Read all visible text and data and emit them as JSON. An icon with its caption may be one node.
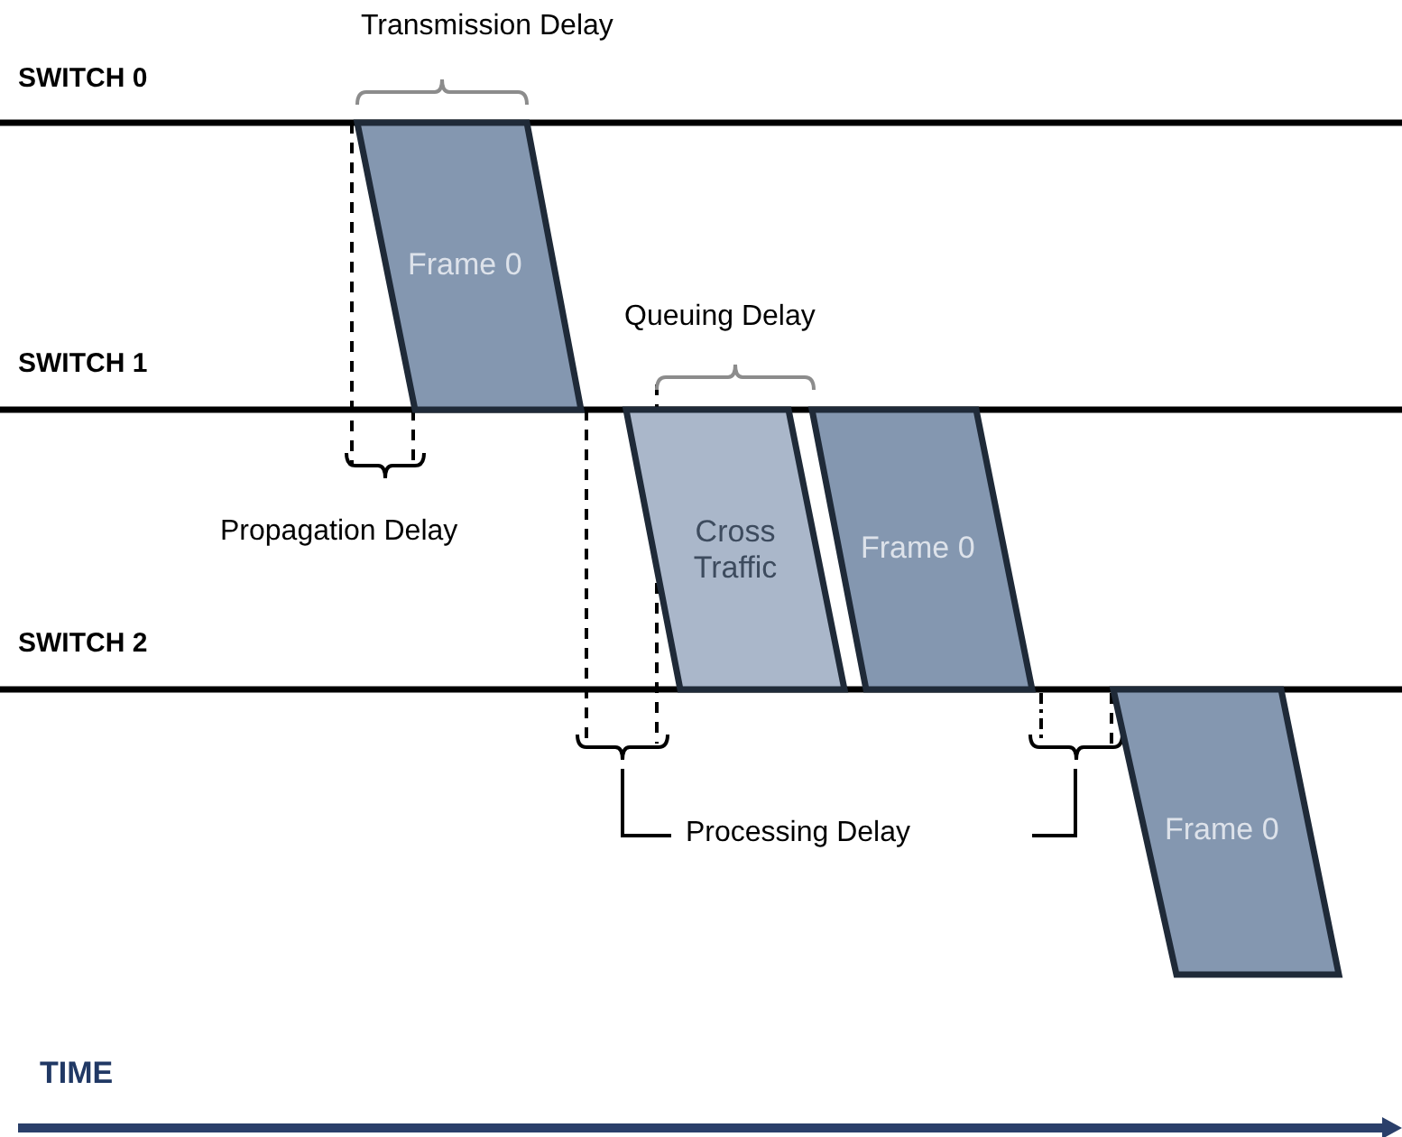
{
  "diagram": {
    "nodes": [
      {
        "text": [
          "Frame 0"
        ]
      },
      {
        "text": [
          "Cross Traffic"
        ]
      },
      {
        "text": [
          "Frame 0"
        ]
      },
      {
        "text": [
          "Frame 0"
        ]
      }
    ],
    "labels": [
      "Transmission Delay",
      "SWITCH 0",
      "Queuing Delay",
      "SWITCH 1",
      "Propagation Delay",
      "SWITCH 2",
      "Processing Delay",
      "TIME"
    ]
  }
}
